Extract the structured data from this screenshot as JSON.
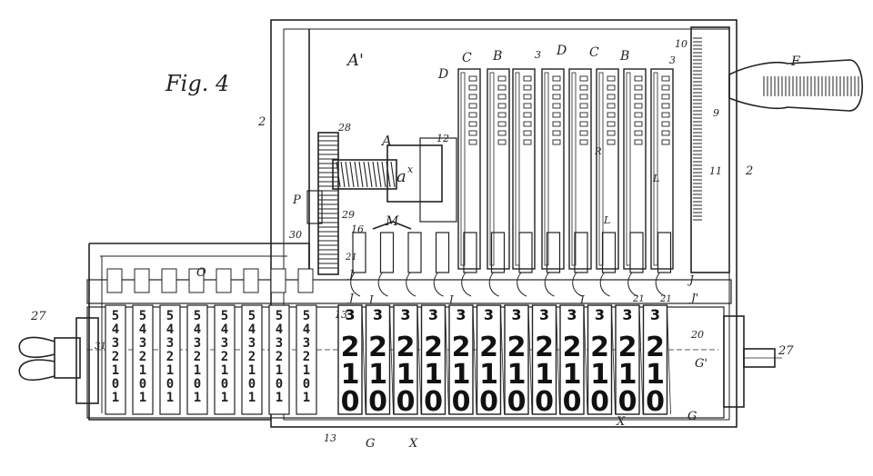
{
  "figure": {
    "title": "Fig. 4"
  },
  "labels": {
    "A_prime": "A'",
    "A": "A",
    "A_x": "a",
    "A_x_sup": "x",
    "M": "M",
    "F": "F",
    "P": "P",
    "C": "C",
    "B": "B",
    "D": "D",
    "n2": "2",
    "n3": "3",
    "n9": "9",
    "n10": "10",
    "n11": "11",
    "n12": "12",
    "n13": "13",
    "n16": "16",
    "n20": "20",
    "n21": "21",
    "n27": "27",
    "n28": "28",
    "n29": "29",
    "n30": "30",
    "n31": "31",
    "J": "J",
    "J_prime": "J'",
    "I": "I",
    "L": "L",
    "G": "G",
    "G_prime": "G'",
    "X": "X",
    "O": "O",
    "R": "R"
  },
  "wheel_digits": {
    "large": [
      "3",
      "2",
      "1",
      "0"
    ],
    "small": [
      "5",
      "4",
      "3",
      "2",
      "1",
      "0",
      "1"
    ]
  }
}
